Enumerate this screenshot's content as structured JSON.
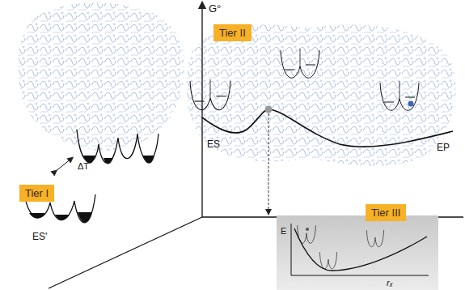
{
  "diagram": {
    "nodes": [
      {
        "text": [
          "Tier II"
        ]
      },
      {
        "text": [
          "Tier I"
        ]
      },
      {
        "text": [
          "Tier III"
        ]
      }
    ],
    "labels": [
      "G°",
      "ΔT",
      "ES'",
      "ES",
      "EP",
      "E",
      "rₓ"
    ]
  }
}
